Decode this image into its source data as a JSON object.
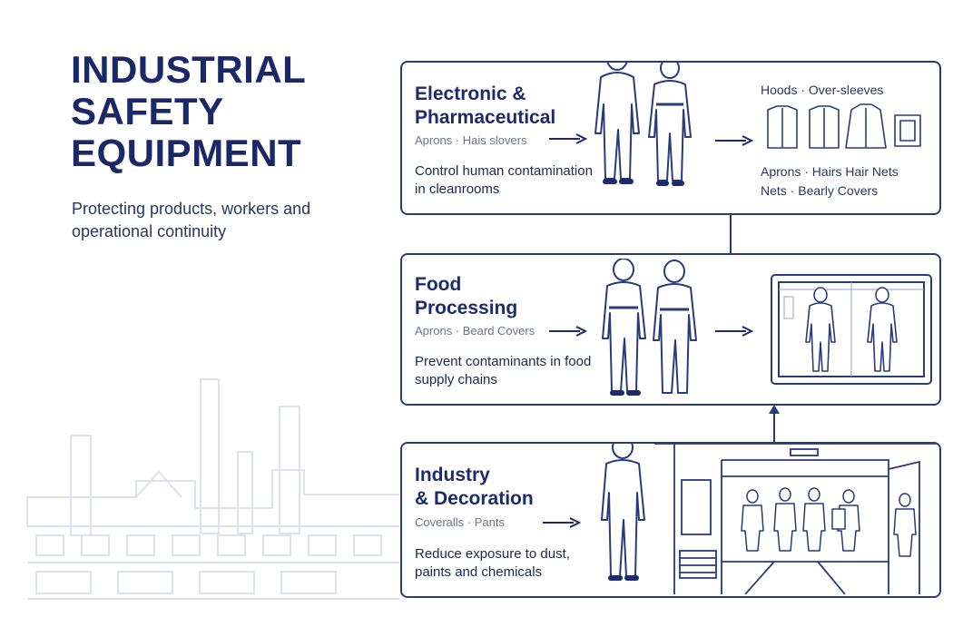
{
  "hero": {
    "title_lines": [
      "INDUSTRIAL",
      "SAFETY",
      "EQUIPMENT"
    ],
    "subtitle": "Protecting products, workers and operational continuity"
  },
  "panels": [
    {
      "title_lines": [
        "Electronic &",
        "Pharmaceutical"
      ],
      "tags": "Aprons · Hais slovers",
      "description": "Control human contamination in cleanrooms",
      "top_label": "Hoods · Over-sleeves",
      "bottom_label_lines": [
        "Aprons · Hairs Hair Nets",
        "Nets · Bearly Covers"
      ]
    },
    {
      "title_lines": [
        "Food",
        "Processing"
      ],
      "tags": "Aprons · Beard Covers",
      "description": "Prevent contaminants in food supply chains"
    },
    {
      "title_lines": [
        "Industry",
        "& Decoration"
      ],
      "tags": "Coveralls · Pants",
      "description": "Reduce exposure to dust, paints and chemicals"
    }
  ],
  "colors": {
    "navy": "#1b2868",
    "outline": "#2b3a7a",
    "muted": "#6b7391",
    "background_line": "#d9deea"
  },
  "icons": [
    "arrow-right-icon",
    "arrow-up-icon",
    "coverall-worker-icon",
    "jacket-icon",
    "apron-icon",
    "factory-skyline-icon",
    "workshop-scene-icon",
    "cleanroom-window-icon"
  ]
}
